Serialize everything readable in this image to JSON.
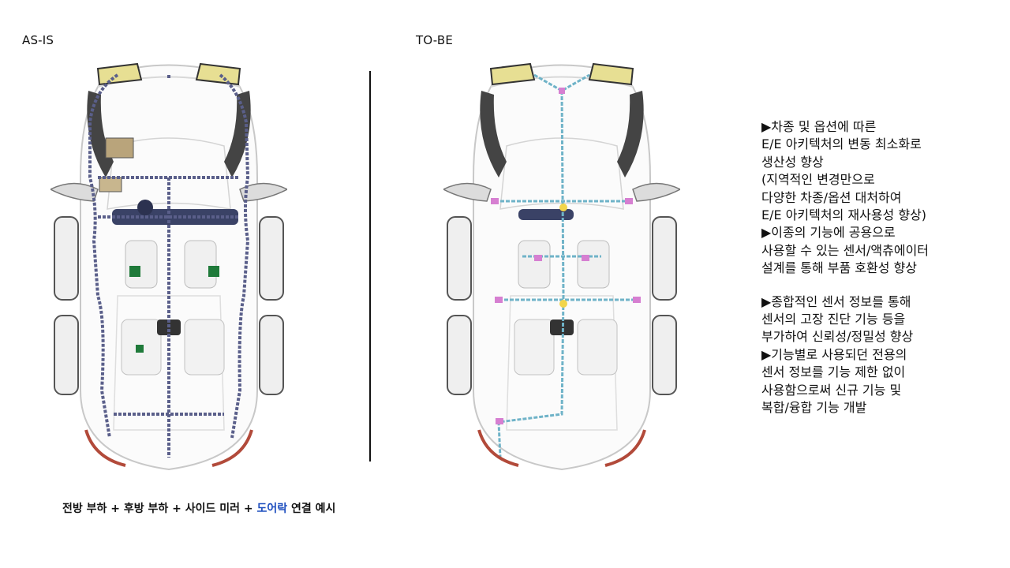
{
  "headers": {
    "as_is": "AS-IS",
    "to_be": "TO-BE"
  },
  "benefits": {
    "block1": [
      "▶차종 및 옵션에 따른",
      "E/E 아키텍처의 변동 최소화로",
      "생산성 향상",
      "(지역적인 변경만으로",
      "다양한 차종/옵션 대처하여",
      "E/E 아키텍처의 재사용성 향상)",
      "▶이종의 기능에 공용으로",
      "사용할 수 있는 센서/액츄에이터",
      "설계를 통해 부품 호환성 향상"
    ],
    "block2": [
      "▶종합적인 센서 정보를 통해",
      "센서의 고장 진단 기능 등을",
      "부가하여 신뢰성/정밀성 향상",
      "▶기능별로 사용되던 전용의",
      "센서 정보를 기능 제한 없이",
      "사용함으로써 신규 기능 및",
      "복합/융합 기능 개발"
    ]
  },
  "caption": {
    "part1": "전방 부하 + 후방 부하 + 사이드 미러 + ",
    "highlight": "도어락",
    "part2": " 연결 예시"
  },
  "colors": {
    "harness": "#5a5f8a",
    "zone_connector": "#d67fd1",
    "zone_hub": "#f2d54a",
    "harness_thin": "#6fb3c8",
    "caption_highlight": "#1f4fbf"
  }
}
